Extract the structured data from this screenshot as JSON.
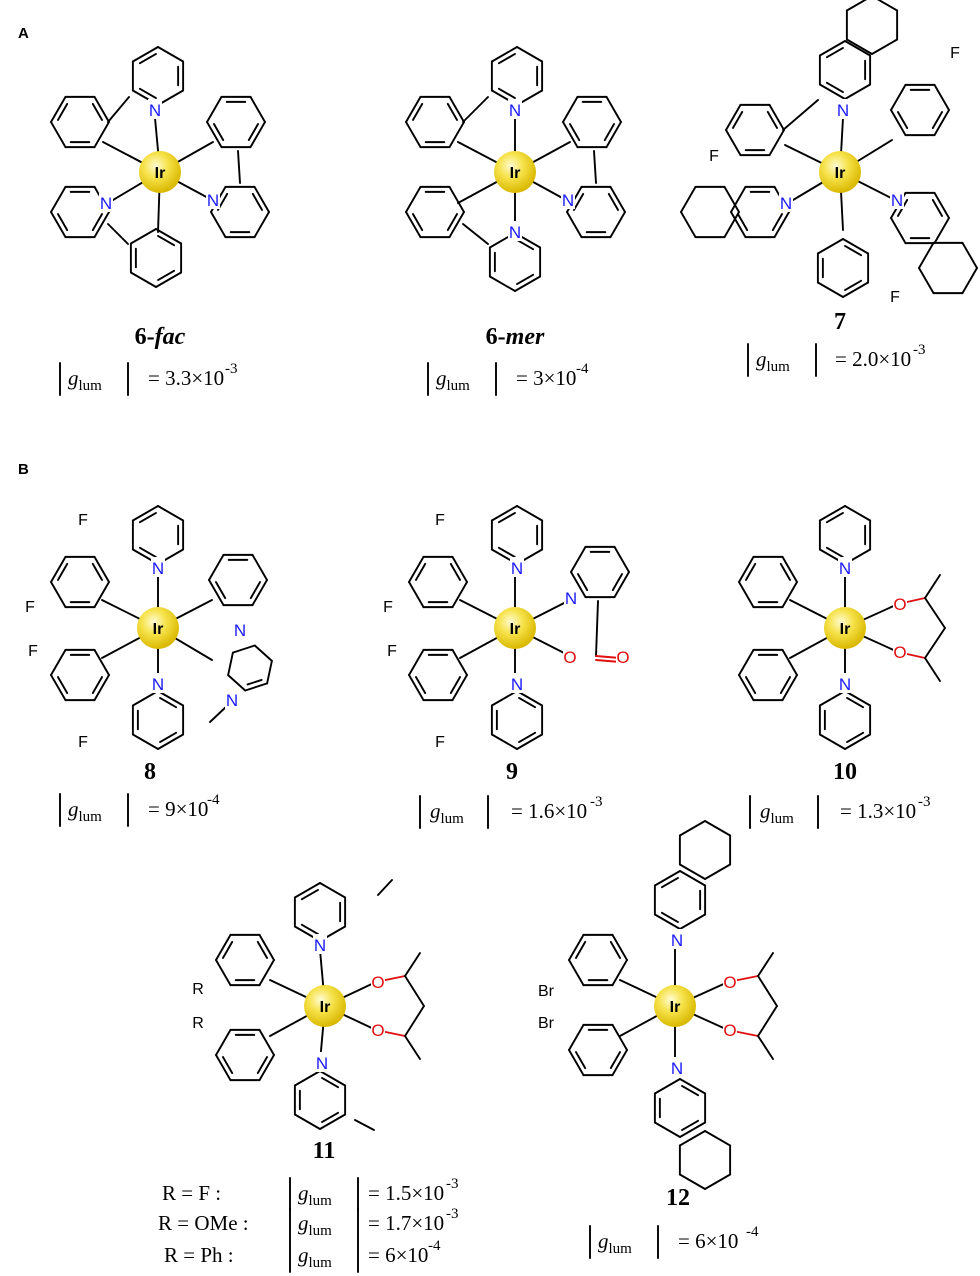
{
  "panels": {
    "a_label": "A",
    "b_label": "B"
  },
  "metal": "Ir",
  "compounds": [
    {
      "id": "6-fac",
      "name_num": "6-",
      "name_suffix": "fac",
      "g": "= 3.3×10",
      "exp": "-3"
    },
    {
      "id": "6-mer",
      "name_num": "6-",
      "name_suffix": "mer",
      "g": "= 3×10",
      "exp": "-4"
    },
    {
      "id": "7",
      "name_num": "7",
      "name_suffix": "",
      "g": "= 2.0×10",
      "exp": "-3"
    },
    {
      "id": "8",
      "name_num": "8",
      "name_suffix": "",
      "g": "= 9×10",
      "exp": "-4"
    },
    {
      "id": "9",
      "name_num": "9",
      "name_suffix": "",
      "g": "= 1.6×10",
      "exp": "-3"
    },
    {
      "id": "10",
      "name_num": "10",
      "name_suffix": "",
      "g": "= 1.3×10",
      "exp": "-3"
    },
    {
      "id": "11",
      "name_num": "11",
      "name_suffix": "",
      "g": "",
      "exp": ""
    },
    {
      "id": "12",
      "name_num": "12",
      "name_suffix": "",
      "g": "= 6×10",
      "exp": "-4"
    }
  ],
  "compound11_rows": [
    {
      "r": "R = F :",
      "g": "= 1.5×10",
      "exp": "-3"
    },
    {
      "r": "R = OMe :",
      "g": "= 1.7×10",
      "exp": "-3"
    },
    {
      "r": "R = Ph :",
      "g": "= 6×10",
      "exp": "-4"
    }
  ],
  "g_symbol": "g",
  "g_subscript": "lum",
  "atoms": {
    "N": "N",
    "O": "O",
    "F": "F",
    "Br": "Br",
    "R": "R"
  },
  "colors": {
    "nitrogen": "#1a1aff",
    "oxygen": "#e01010",
    "metal_gold": "#f2d400",
    "bond": "#000000"
  }
}
